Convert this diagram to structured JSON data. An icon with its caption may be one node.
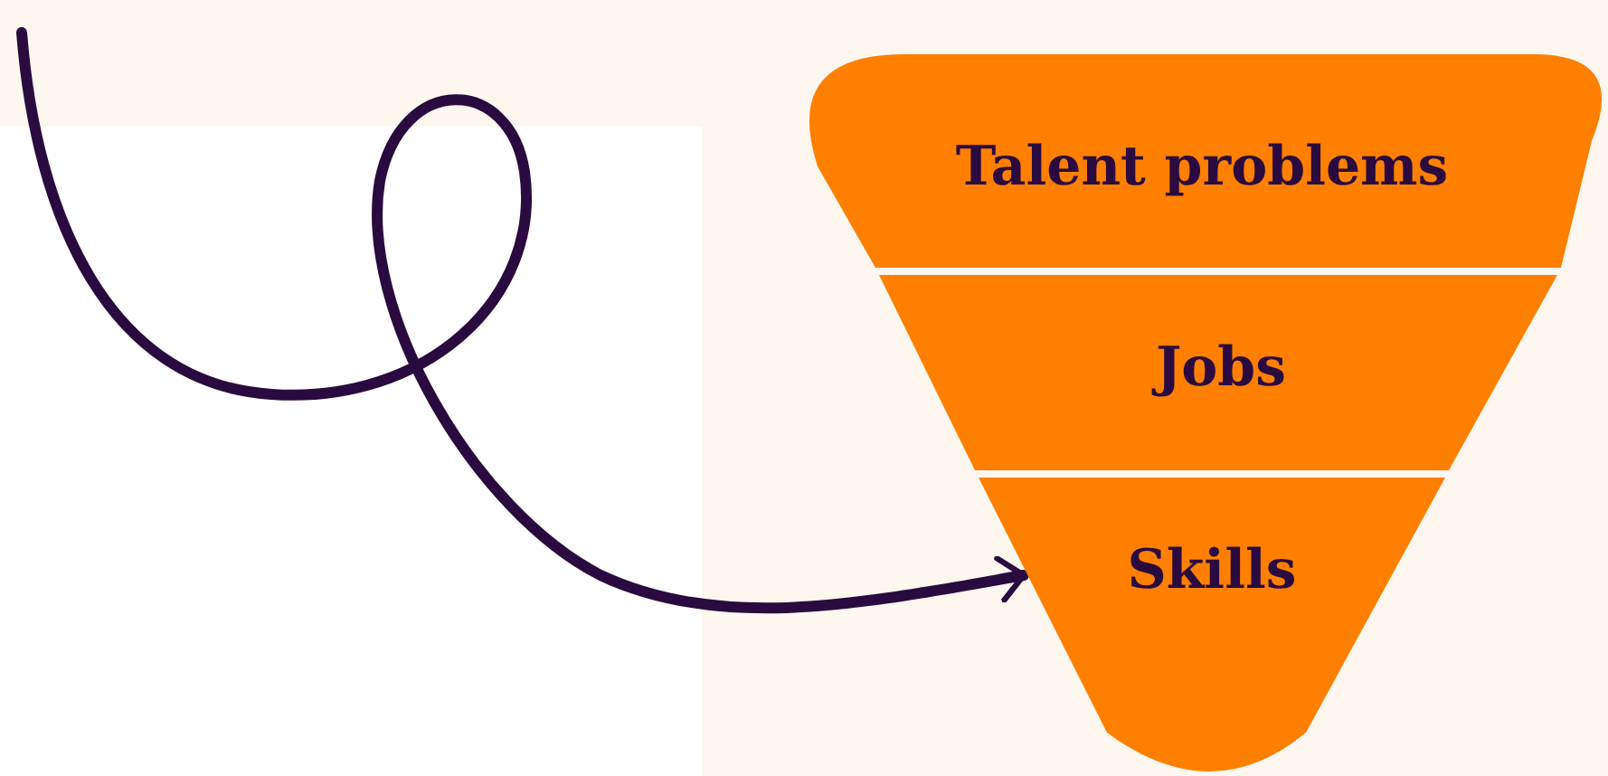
{
  "diagram": {
    "nodes": [
      {
        "text": [
          "Talent problems"
        ]
      },
      {
        "text": [
          "Jobs"
        ]
      },
      {
        "text": [
          "Skills"
        ]
      }
    ],
    "edges": [
      {
        "from": null,
        "to": 2,
        "arrow": "to"
      }
    ]
  }
}
